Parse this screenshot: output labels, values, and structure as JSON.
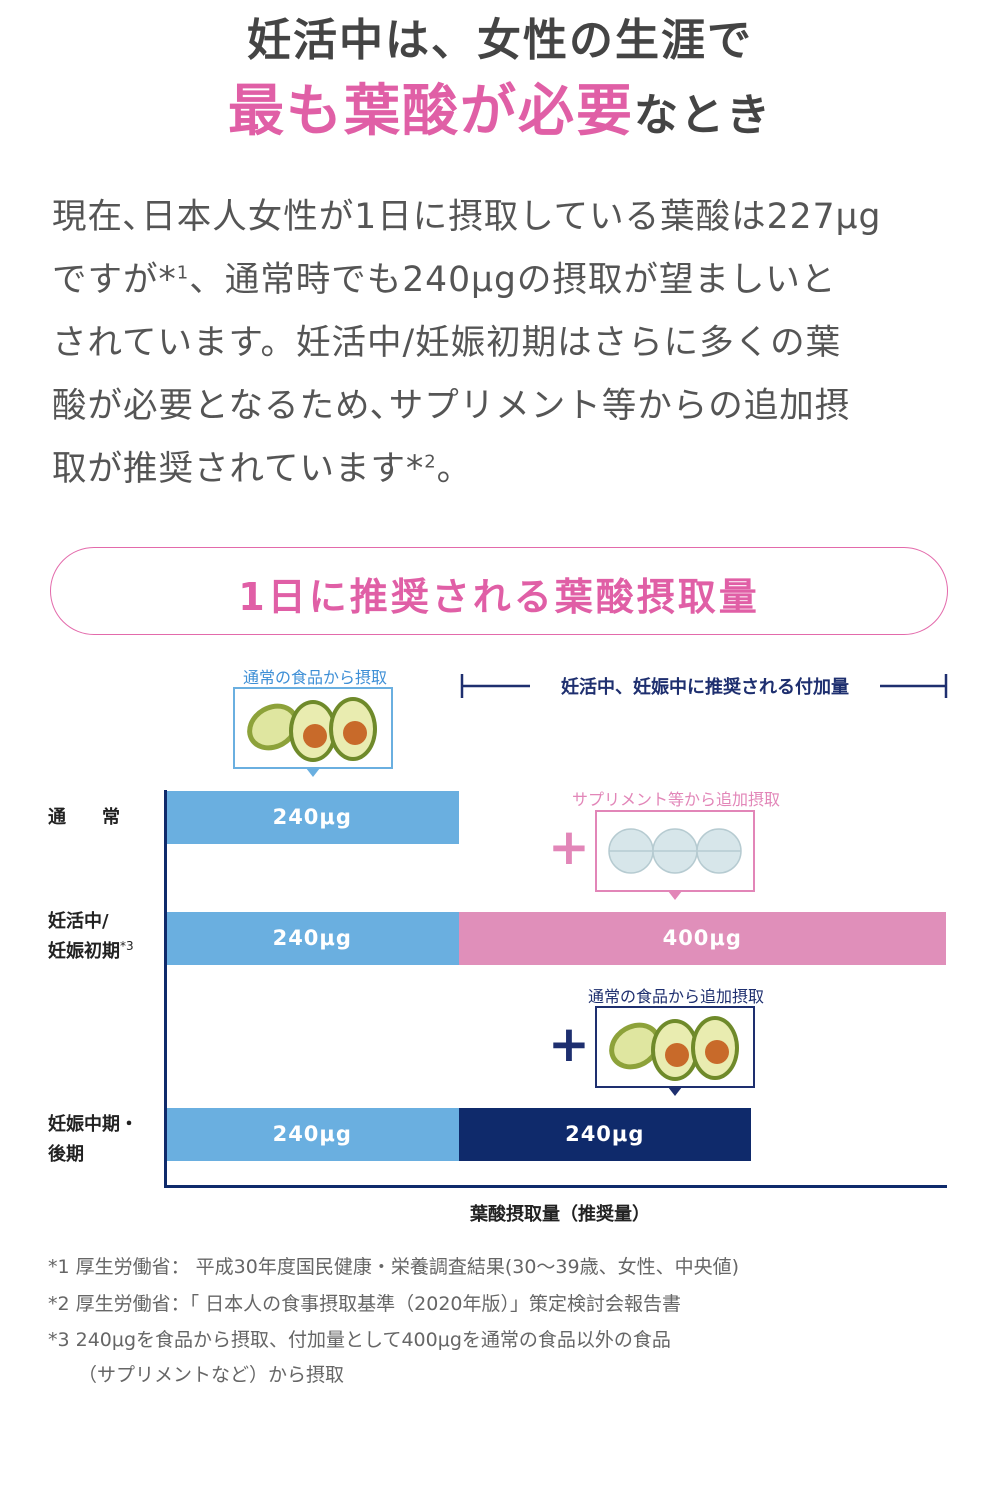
{
  "heading": {
    "line1": "妊活中は、女性の生涯で",
    "line2_accent": "最も葉酸が必要",
    "line2_rest": "なとき"
  },
  "intro": {
    "line1": "現在､日本人女性が1日に摂取している葉酸は227μg",
    "line2_a": "ですが*",
    "line2_sup": "1",
    "line2_b": "、通常時でも240μgの摂取が望ましいと",
    "line3": "されています。妊活中/妊娠初期はさらに多くの葉",
    "line4": "酸が必要となるため､サプリメント等からの追加摂",
    "line5_a": "取が推奨されています*",
    "line5_sup": "2",
    "line5_b": "。"
  },
  "chart_title": "1日に推奨される葉酸摂取量",
  "chart_data": {
    "type": "bar",
    "orientation": "horizontal",
    "stacked": true,
    "categories": [
      "通　　常",
      "妊活中/妊娠初期*3",
      "妊娠中期・後期"
    ],
    "category_label_parts": {
      "normal": "通　　常",
      "preconception_a": "妊活中/",
      "preconception_b": "妊娠初期",
      "preconception_sup": "*3",
      "mid_a": "妊娠中期・",
      "mid_b": "後期"
    },
    "series": [
      {
        "name": "通常の食品から摂取",
        "values": [
          240,
          240,
          240
        ],
        "color": "#6aafe0"
      },
      {
        "name": "サプリメント等から追加摂取",
        "values": [
          0,
          400,
          0
        ],
        "color": "#e08fba"
      },
      {
        "name": "通常の食品から追加摂取",
        "values": [
          0,
          0,
          240
        ],
        "color": "#0f2a6b"
      }
    ],
    "value_labels": {
      "normal_base": "240μg",
      "pre_base": "240μg",
      "pre_supplement": "400μg",
      "mid_base": "240μg",
      "mid_food": "240μg"
    },
    "xlabel": "葉酸摂取量（推奨量）",
    "xlim": [
      0,
      640
    ],
    "grid": false,
    "annotations": {
      "food_base": "通常の食品から摂取",
      "added_range": "妊活中、妊娠中に推奨される付加量",
      "supplement": "サプリメント等から追加摂取",
      "food_added": "通常の食品から追加摂取",
      "plus": "+"
    }
  },
  "footnotes": [
    "*1 厚生労働省：  平成30年度国民健康・栄養調査結果(30〜39歳、女性、中央値)",
    "*2 厚生労働省：「 日本人の食事摂取基準（2020年版）」策定検討会報告書",
    "*3 240μgを食品から摂取、付加量として400μgを通常の食品以外の食品",
    "（サプリメントなど）から摂取"
  ],
  "colors": {
    "accent_pink": "#e05fa6",
    "light_blue": "#6aafe0",
    "pink_bar": "#e08fba",
    "navy": "#0f2a6b"
  }
}
